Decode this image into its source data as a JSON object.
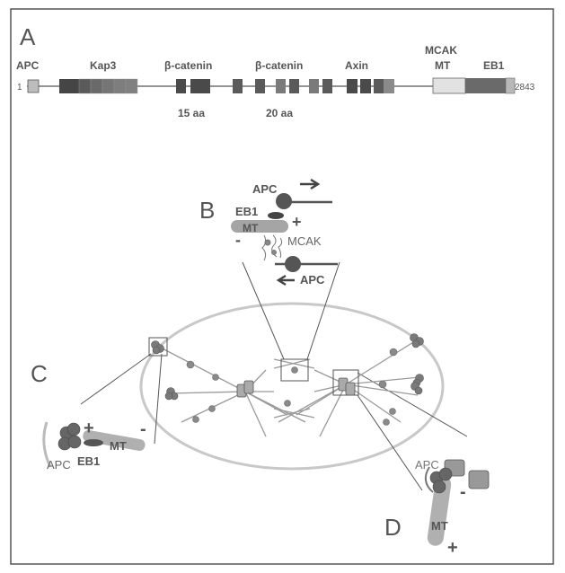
{
  "panel_letters": {
    "a": "A",
    "b": "B",
    "c": "C",
    "d": "D"
  },
  "domain_map": {
    "start": "1",
    "end": "2843",
    "labels": {
      "apc": "APC",
      "kap3": "Kap3",
      "bcat1": "β-catenin",
      "bcat2": "β-catenin",
      "axin": "Axin",
      "mcak": "MCAK",
      "mt": "MT",
      "eb1": "EB1"
    },
    "repeats": {
      "first": "15 aa",
      "second": "20 aa"
    }
  },
  "inset_b": {
    "apc_top": "APC",
    "eb1": "EB1",
    "plus": "+",
    "mt": "MT",
    "minus": "-",
    "mcak": "MCAK",
    "apc_bottom": "APC"
  },
  "inset_c": {
    "plus": "+",
    "minus": "-",
    "mt": "MT",
    "apc": "APC",
    "eb1": "EB1"
  },
  "inset_d": {
    "apc": "APC",
    "minus": "-",
    "mt": "MT",
    "plus": "+"
  },
  "colors": {
    "frame": "#555555",
    "domain_dark": "#4a4a4a",
    "domain_mid": "#6e6e6e",
    "domain_light": "#d0d0d0",
    "dark_ball": "#555555",
    "mid_ball": "#8a8a8a",
    "spindle": "#bdbdbd",
    "text": "#555555"
  }
}
